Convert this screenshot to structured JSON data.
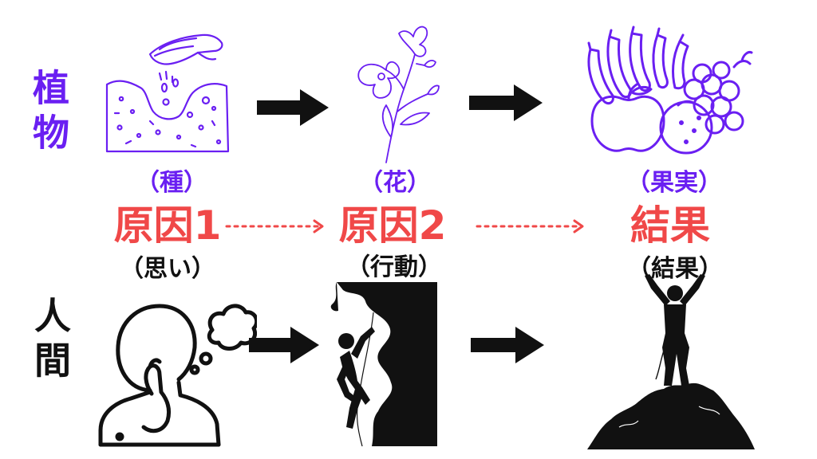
{
  "colors": {
    "plant": "#6a1ff2",
    "cause": "#f04848",
    "human": "#111111"
  },
  "icons": {
    "seed": "hand-sowing-seed-icon",
    "flower": "flower-icon",
    "fruit": "fruit-basket-icon",
    "thinking": "thinking-person-icon",
    "climbing": "rock-climber-icon",
    "summit": "summit-victory-icon"
  },
  "plant_row": {
    "label": "植物",
    "stages": [
      {
        "caption": "（種）"
      },
      {
        "caption": "（花）"
      },
      {
        "caption": "（果実）"
      }
    ]
  },
  "middle_row": {
    "stages": [
      {
        "label": "原因1",
        "caption": "（思い）"
      },
      {
        "label": "原因2",
        "caption": "（行動）"
      },
      {
        "label": "結果",
        "caption": "（結果）"
      }
    ]
  },
  "human_row": {
    "label": "人間"
  }
}
